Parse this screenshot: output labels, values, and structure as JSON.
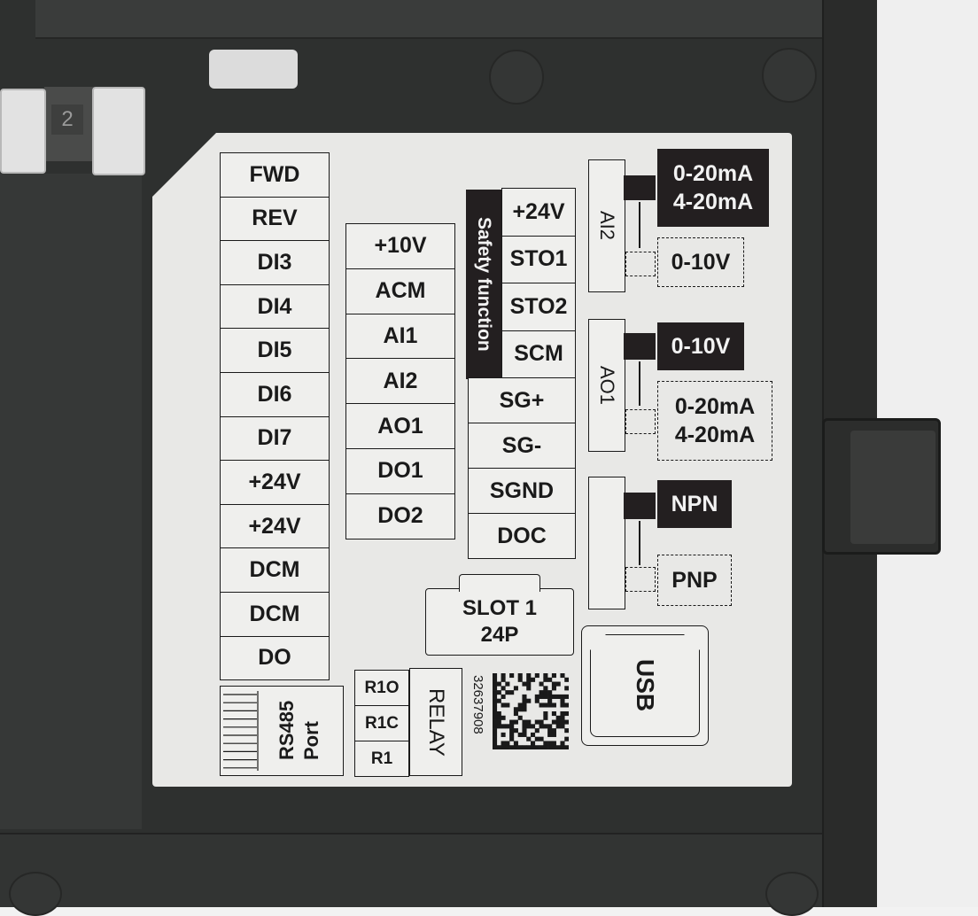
{
  "left_column": [
    "FWD",
    "REV",
    "DI3",
    "DI4",
    "DI5",
    "DI6",
    "DI7",
    "+24V",
    "+24V",
    "DCM",
    "DCM",
    "DO"
  ],
  "mid_column": [
    "+10V",
    "ACM",
    "AI1",
    "AI2",
    "AO1",
    "DO1",
    "DO2"
  ],
  "safety": {
    "title": "Safety function",
    "terminals": [
      "+24V",
      "STO1",
      "STO2",
      "SCM"
    ]
  },
  "comm_column": [
    "SG+",
    "SG-",
    "SGND",
    "DOC"
  ],
  "ai2": {
    "label": "AI2",
    "selected": "0-20mA\n4-20mA",
    "alt": "0-10V"
  },
  "ao1": {
    "label": "AO1",
    "selected": "0-10V",
    "alt": "0-20mA\n4-20mA"
  },
  "npn": {
    "selected": "NPN",
    "alt": "PNP"
  },
  "slot": {
    "line1": "SLOT 1",
    "line2": "24P"
  },
  "usb": "USB",
  "relay": {
    "title": "RELAY",
    "terminals": [
      "R1O",
      "R1C",
      "R1"
    ]
  },
  "rs485": "RS485\nPort",
  "serial": "32637908",
  "colors": {
    "housing": "#2e302f",
    "label": "#e8e8e6",
    "ink": "#1a1a1a"
  }
}
